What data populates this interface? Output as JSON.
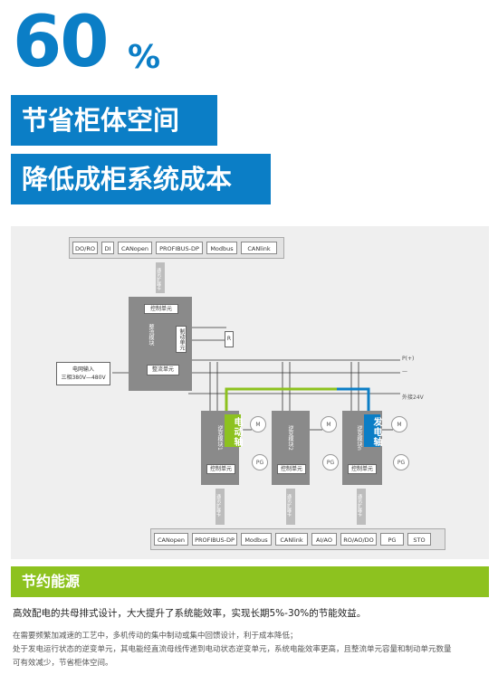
{
  "headline": {
    "number": "60",
    "unit": "%"
  },
  "banners": [
    "节省柜体空间",
    "降低成柜系统成本"
  ],
  "diagram": {
    "top_buses": [
      "DO/RO",
      "DI",
      "CANopen",
      "PROFIBUS-DP",
      "Modbus",
      "CANlink"
    ],
    "bottom_buses": [
      "CANopen",
      "PROFIBUS-DP",
      "Modbus",
      "CANlink",
      "AI/AO",
      "RO/AO/DO",
      "PG",
      "STO"
    ],
    "power_input": [
      "电网输入",
      "三相380V—480V"
    ],
    "rectifier": {
      "control_unit": "控制单元",
      "brake_unit": "制动单元",
      "rect_unit": "整流单元",
      "rect_module": "整流模块",
      "resistor": "R"
    },
    "bus_labels": [
      "P(+)",
      "—",
      "外接24V"
    ],
    "inverter_modules": [
      {
        "label": "逆变模块1",
        "control": "控制单元",
        "badge": "电动轴",
        "motor": "M",
        "pg": "PG"
      },
      {
        "label": "逆变模块2",
        "control": "控制单元",
        "badge": "",
        "motor": "M",
        "pg": "PG"
      },
      {
        "label": "逆变模块n",
        "control": "控制单元",
        "badge": "发电轴",
        "motor": "M",
        "pg": "PG"
      }
    ],
    "comm_arrow_label": "通讯扩展卡"
  },
  "section": {
    "title": "节约能源",
    "lead": "高效配电的共母排式设计，大大提升了系统能效率，实现长期5%-30%的节能效益。",
    "lines": [
      "在需要频繁加减速的工艺中，多机传动的集中制动或集中回馈设计，利于成本降低；",
      "处于发电运行状态的逆变单元，其电能经直流母线传递到电动状态逆变单元，系统电能效率更高，且整流单元容量和制动单元数量",
      "可有效减少，节省柜体空间。"
    ]
  },
  "colors": {
    "blue": "#0b7ec6",
    "green": "#8dc21f",
    "motor_axis": "#8dc21f",
    "gen_axis": "#0b7ec6"
  }
}
